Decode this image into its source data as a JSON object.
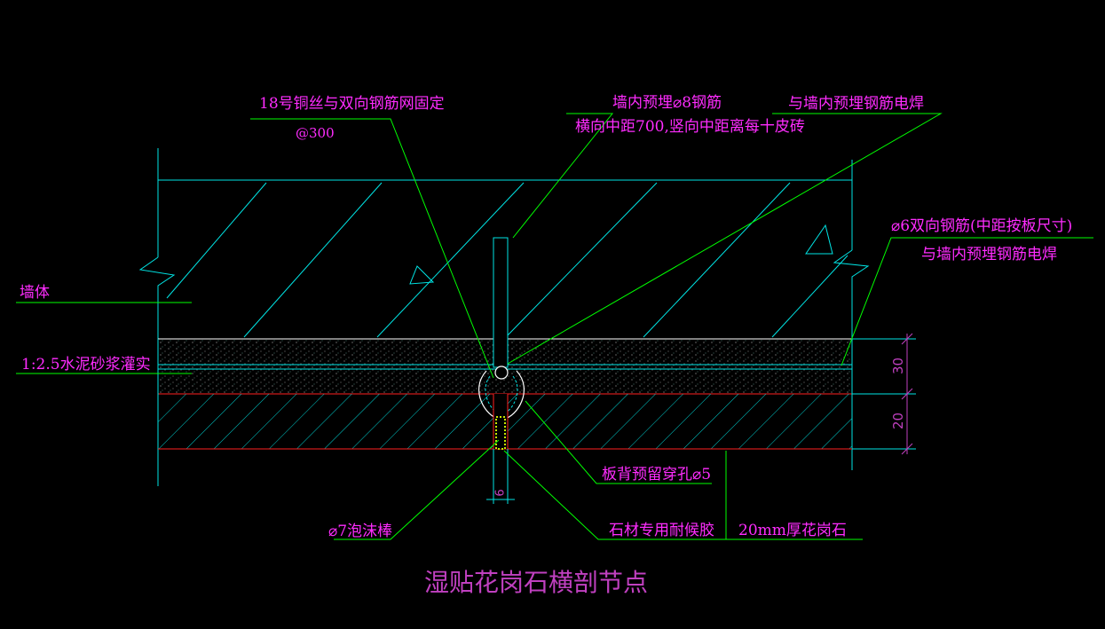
{
  "title": "湿贴花岗石横剖节点",
  "labels": {
    "wire_fix": "18号铜丝与双向钢筋网固定",
    "wire_spacing": "@300",
    "embed_rebar": "墙内预埋⌀8钢筋",
    "embed_spacing": "横向中距700,竖向中距离每十皮砖",
    "weld_top": "与墙内预埋钢筋电焊",
    "mesh_rebar": "⌀6双向钢筋(中距按板尺寸)",
    "mesh_weld": "与墙内预埋钢筋电焊",
    "wall": "墙体",
    "mortar": "1:2.5水泥砂浆灌实",
    "back_hole": "板背预留穿孔⌀5",
    "foam_rod": "⌀7泡沫棒",
    "sealant": "石材专用耐候胶",
    "granite": "20mm厚花岗石"
  },
  "dimensions": {
    "mortar_thickness": "30",
    "stone_thickness": "20",
    "joint_width": "6"
  },
  "colors": {
    "background": "#000000",
    "outline": "#00e5e5",
    "leader": "#00ff00",
    "label": "#ff2cff",
    "title": "#c040c0",
    "stone_edge": "#ff2020",
    "dimension": "#c040c0",
    "white_line": "#ffffff"
  }
}
